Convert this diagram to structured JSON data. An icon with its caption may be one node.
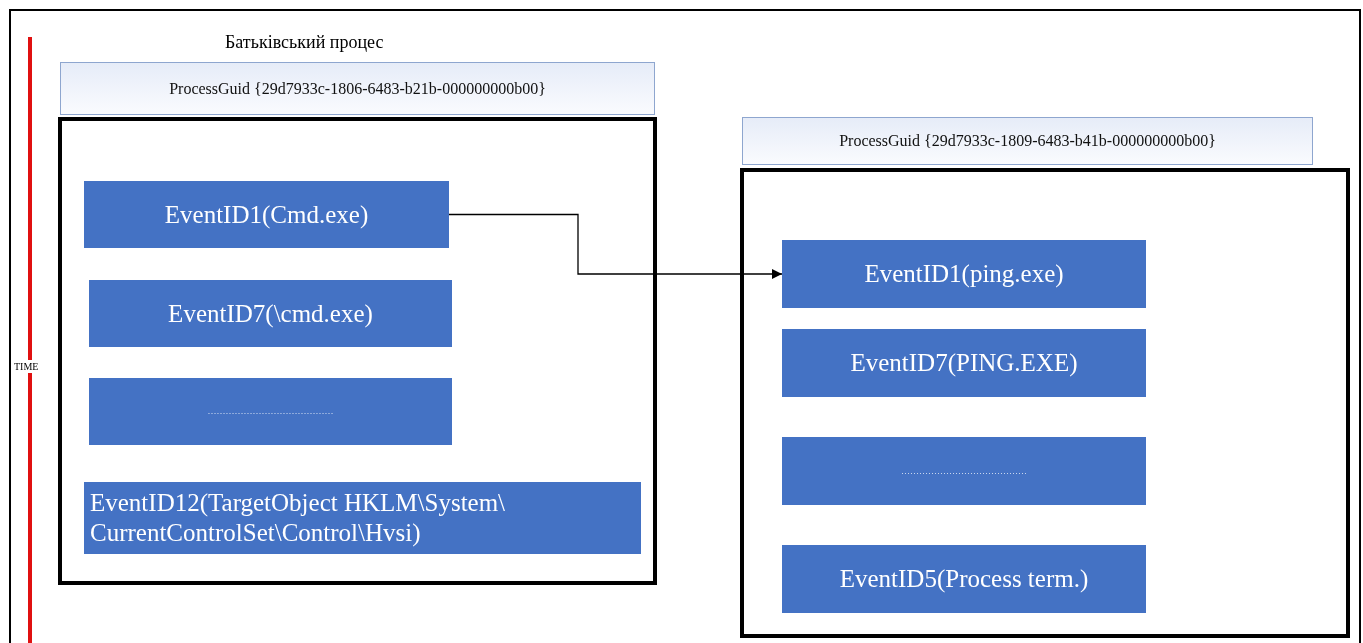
{
  "diagram": {
    "nodes": [
      {
        "text": [
          "ProcessGuid {29d7933c-1806-6483-b21b-000000000b00}"
        ],
        "beside": [
          "Батьківський процес"
        ]
      },
      {
        "text": [],
        "shape": "box"
      },
      {
        "text": [
          "EventID1(Cmd.exe)"
        ],
        "in": 1
      },
      {
        "text": [
          "EventID7(\\cmd.exe)"
        ],
        "in": 1
      },
      {
        "text": [
          "……………………………………"
        ],
        "in": 1
      },
      {
        "text": [
          "EventID12(TargetObject HKLM\\System\\ CurrentControlSet\\Control\\Hvsi)"
        ],
        "in": 1
      },
      {
        "text": [
          "ProcessGuid {29d7933c-1809-6483-b41b-000000000b00}"
        ]
      },
      {
        "text": [],
        "shape": "box"
      },
      {
        "text": [
          "EventID1(ping.exe)"
        ],
        "in": 7
      },
      {
        "text": [
          "EventID7(PING.EXE)"
        ],
        "in": 7
      },
      {
        "text": [
          "……………………………………"
        ],
        "in": 7
      },
      {
        "text": [
          "EventID5(Process term.)"
        ],
        "in": 7
      }
    ],
    "edges": [
      {
        "from": 2,
        "to": 8,
        "arrow": "to"
      }
    ],
    "labels": [
      "TIME"
    ]
  }
}
